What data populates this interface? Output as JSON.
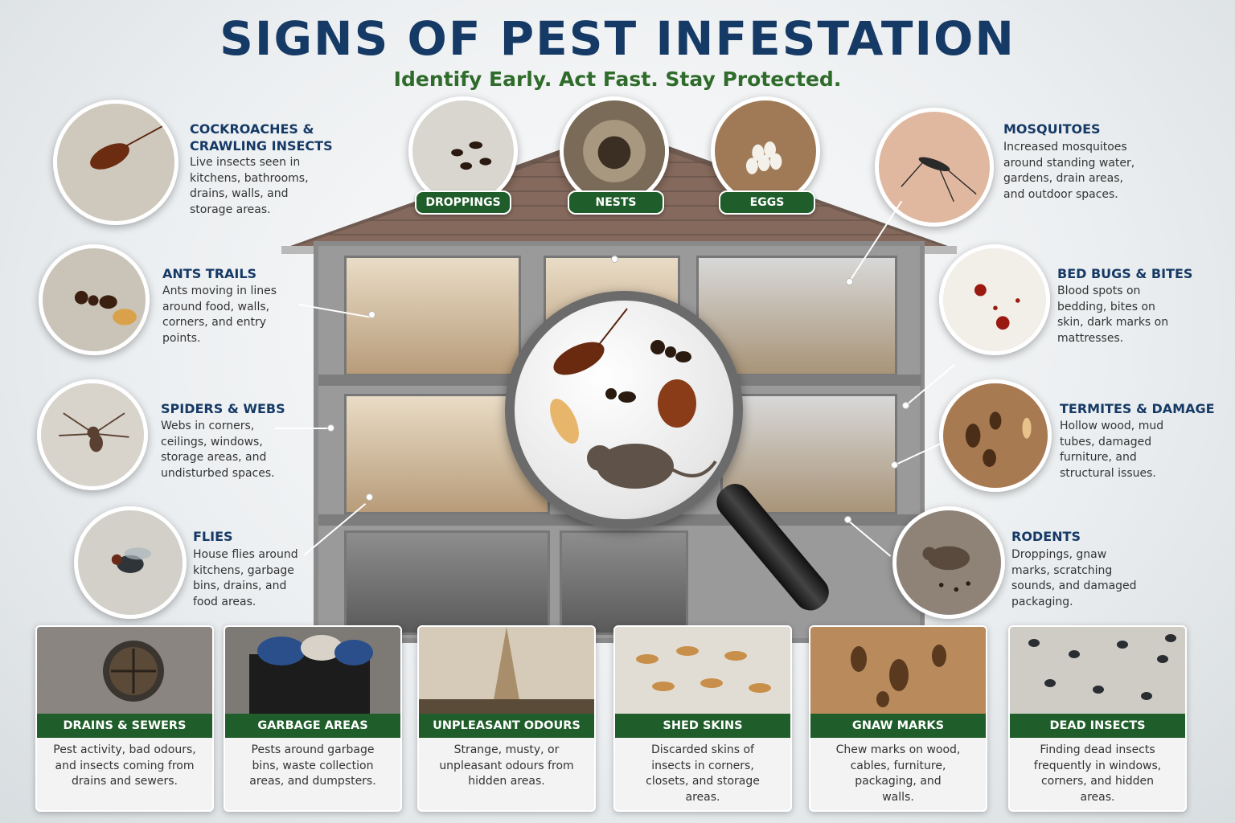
{
  "header": {
    "title": "SIGNS OF PEST INFESTATION",
    "subtitle": "Identify Early. Act Fast. Stay Protected."
  },
  "top_labels": [
    "DROPPINGS",
    "NESTS",
    "EGGS"
  ],
  "left_items": [
    {
      "title_line1": "COCKROACHES &",
      "title_line2": "CRAWLING INSECTS",
      "desc": [
        "Live insects seen in",
        "kitchens, bathrooms,",
        "drains, walls, and",
        "storage areas."
      ]
    },
    {
      "title_line1": "ANTS TRAILS",
      "title_line2": "",
      "desc": [
        "Ants moving in lines",
        "around food, walls,",
        "corners, and entry",
        "points."
      ]
    },
    {
      "title_line1": "SPIDERS & WEBS",
      "title_line2": "",
      "desc": [
        "Webs in corners,",
        "ceilings, windows,",
        "storage areas, and",
        "undisturbed spaces."
      ]
    },
    {
      "title_line1": "FLIES",
      "title_line2": "",
      "desc": [
        "House flies around",
        "kitchens, garbage",
        "bins, drains, and",
        "food areas."
      ]
    }
  ],
  "right_items": [
    {
      "title": "MOSQUITOES",
      "desc": [
        "Increased mosquitoes",
        "around standing water,",
        "gardens, drain areas,",
        "and outdoor spaces."
      ]
    },
    {
      "title": "BED BUGS & BITES",
      "desc": [
        "Blood spots on",
        "bedding, bites on",
        "skin, dark marks on",
        "mattresses."
      ]
    },
    {
      "title": "TERMITES & DAMAGE",
      "desc": [
        "Hollow wood, mud",
        "tubes, damaged",
        "furniture, and",
        "structural issues."
      ]
    },
    {
      "title": "RODENTS",
      "desc": [
        "Droppings, gnaw",
        "marks, scratching",
        "sounds, and damaged",
        "packaging."
      ]
    }
  ],
  "bottom_cards": [
    {
      "label": "DRAINS & SEWERS",
      "desc": [
        "Pest activity, bad odours,",
        "and insects coming from",
        "drains and sewers."
      ]
    },
    {
      "label": "GARBAGE AREAS",
      "desc": [
        "Pests around garbage",
        "bins, waste collection",
        "areas, and dumpsters."
      ]
    },
    {
      "label": "UNPLEASANT ODOURS",
      "desc": [
        "Strange, musty, or",
        "unpleasant odours from",
        "hidden areas."
      ]
    },
    {
      "label": "SHED SKINS",
      "desc": [
        "Discarded skins of",
        "insects in corners,",
        "closets, and storage",
        "areas."
      ]
    },
    {
      "label": "GNAW MARKS",
      "desc": [
        "Chew marks on wood,",
        "cables, furniture,",
        "packaging, and",
        "walls."
      ]
    },
    {
      "label": "DEAD INSECTS",
      "desc": [
        "Finding dead insects",
        "frequently in windows,",
        "corners, and hidden",
        "areas."
      ]
    }
  ],
  "icons": {
    "magnifier": "magnifying-glass-icon",
    "accent_green": "#1f5e2a",
    "title_blue": "#163a66"
  }
}
